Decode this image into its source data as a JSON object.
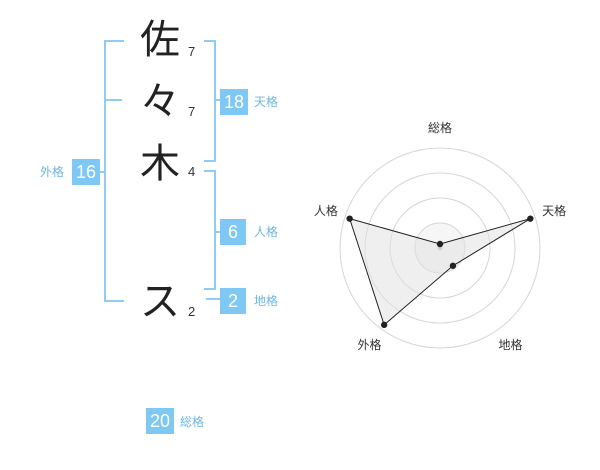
{
  "name_chars": [
    {
      "char": "佐",
      "strokes": "7"
    },
    {
      "char": "々",
      "strokes": "7"
    },
    {
      "char": "木",
      "strokes": "4"
    },
    {
      "char": "ス",
      "strokes": "2"
    }
  ],
  "fortunes": {
    "tenkaku": {
      "value": "18",
      "label": "天格"
    },
    "jinkaku": {
      "value": "6",
      "label": "人格"
    },
    "chikaku": {
      "value": "2",
      "label": "地格"
    },
    "gaikaku": {
      "value": "16",
      "label": "外格"
    },
    "soukaku": {
      "value": "20",
      "label": "総格"
    }
  },
  "colors": {
    "accent": "#7ec8f3",
    "bracket": "#8fcdf2",
    "radar_fill": "#eeeeee"
  },
  "chart_data": {
    "type": "radar",
    "categories": [
      "総格",
      "天格",
      "地格",
      "外格",
      "人格"
    ],
    "values": [
      0.04,
      0.95,
      0.22,
      0.95,
      0.95
    ],
    "rmax": 1,
    "rings": 4,
    "grid": true
  }
}
